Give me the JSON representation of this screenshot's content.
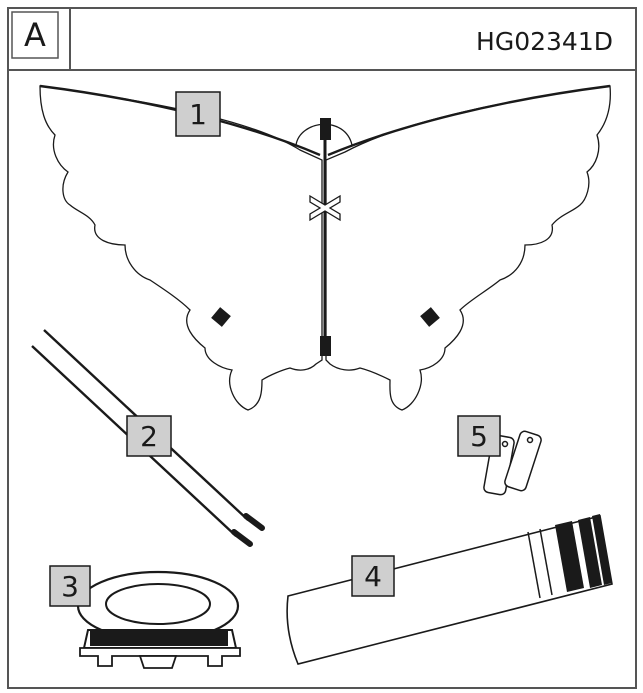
{
  "panel": {
    "letter": "A",
    "code": "HG02341D"
  },
  "callouts": [
    {
      "number": "1",
      "part": "kite-sail"
    },
    {
      "number": "2",
      "part": "spars"
    },
    {
      "number": "3",
      "part": "line-winder"
    },
    {
      "number": "4",
      "part": "storage-tube"
    },
    {
      "number": "5",
      "part": "connectors"
    }
  ],
  "colors": {
    "line": "#1a1a1a",
    "callout_fill": "#cfcfcf",
    "frame": "#666666"
  }
}
